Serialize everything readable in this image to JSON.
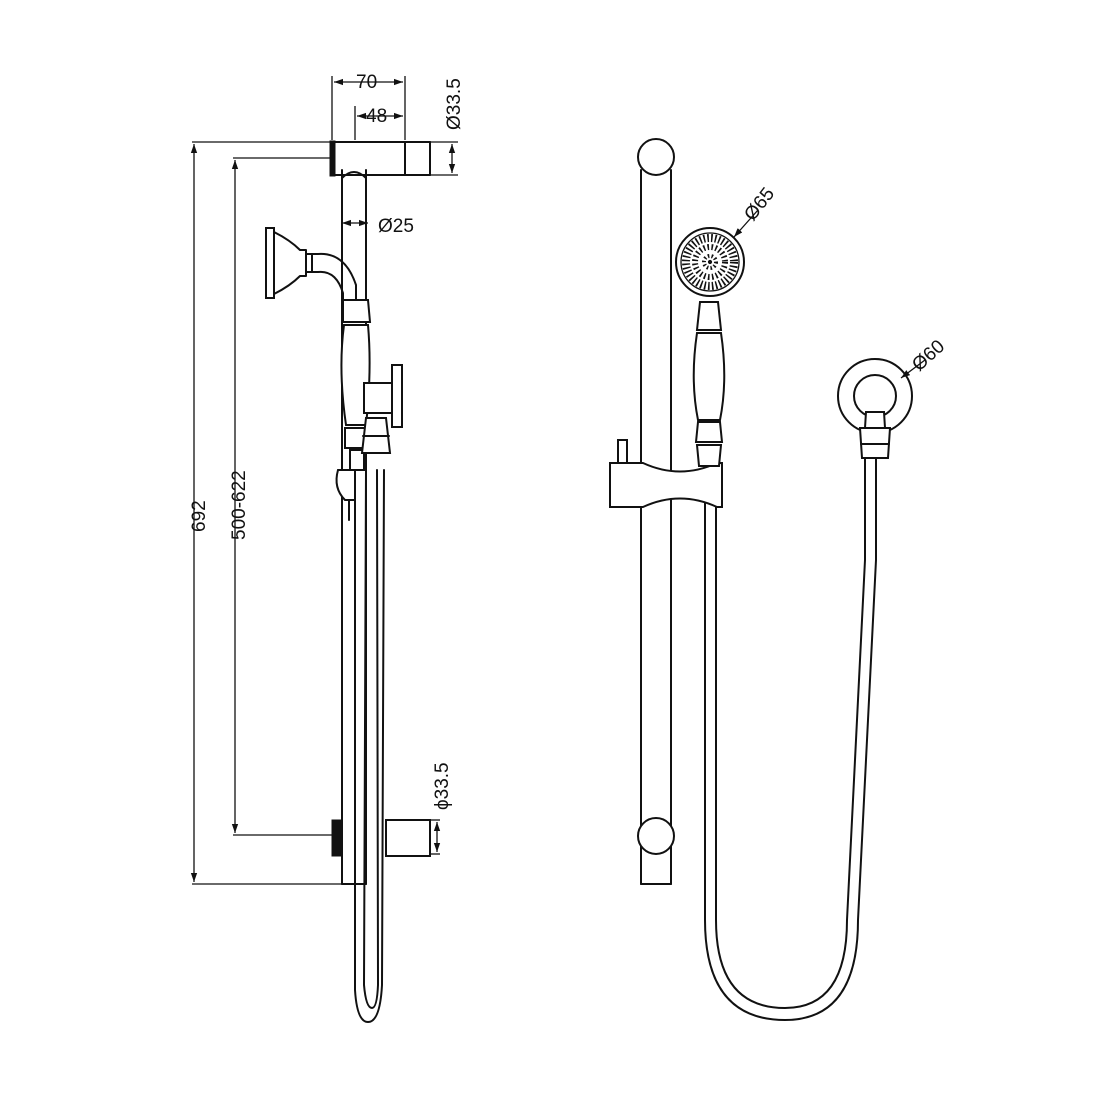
{
  "drawing": {
    "side_view": {
      "dims": {
        "width_total": "70",
        "width_inner": "48",
        "top_bracket_dia": "Ø33.5",
        "rail_dia": "Ø25",
        "overall_height": "692",
        "adjust_range": "500-622",
        "bottom_bracket_dia": "ϕ33.5"
      }
    },
    "front_view": {
      "dims": {
        "head_dia": "Ø65",
        "outlet_dia": "Ø60"
      }
    },
    "colors": {
      "line": "#111111",
      "background": "#ffffff"
    }
  }
}
